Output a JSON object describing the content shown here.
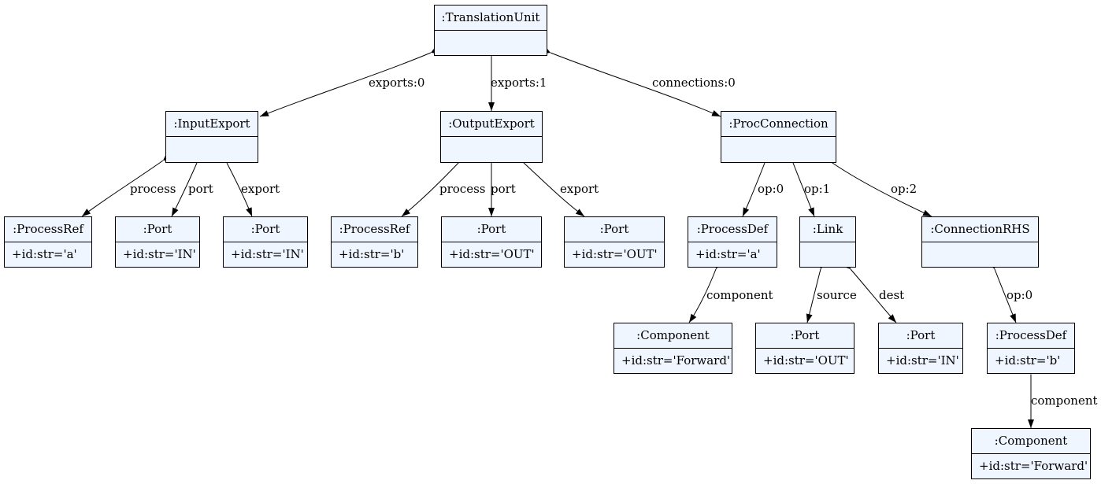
{
  "nodes": {
    "tu": {
      "title": ":TranslationUnit",
      "attr": ""
    },
    "ie": {
      "title": ":InputExport",
      "attr": ""
    },
    "oe": {
      "title": ":OutputExport",
      "attr": ""
    },
    "pc": {
      "title": ":ProcConnection",
      "attr": ""
    },
    "pr1": {
      "title": ":ProcessRef",
      "attr": "+id:str='a'"
    },
    "port1": {
      "title": ":Port",
      "attr": "+id:str='IN'"
    },
    "port2": {
      "title": ":Port",
      "attr": "+id:str='IN'"
    },
    "pr2": {
      "title": ":ProcessRef",
      "attr": "+id:str='b'"
    },
    "port3": {
      "title": ":Port",
      "attr": "+id:str='OUT'"
    },
    "port4": {
      "title": ":Port",
      "attr": "+id:str='OUT'"
    },
    "pd1": {
      "title": ":ProcessDef",
      "attr": "+id:str='a'"
    },
    "link": {
      "title": ":Link",
      "attr": ""
    },
    "crhs": {
      "title": ":ConnectionRHS",
      "attr": ""
    },
    "comp1": {
      "title": ":Component",
      "attr": "+id:str='Forward'"
    },
    "port5": {
      "title": ":Port",
      "attr": "+id:str='OUT'"
    },
    "port6": {
      "title": ":Port",
      "attr": "+id:str='IN'"
    },
    "pd2": {
      "title": ":ProcessDef",
      "attr": "+id:str='b'"
    },
    "comp2": {
      "title": ":Component",
      "attr": "+id:str='Forward'"
    }
  },
  "edges": {
    "tu_ie": "exports:0",
    "tu_oe": "exports:1",
    "tu_pc": "connections:0",
    "ie_pr1": "process",
    "ie_port1": "port",
    "ie_port2": "export",
    "oe_pr2": "process",
    "oe_port3": "port",
    "oe_port4": "export",
    "pc_pd1": "op:0",
    "pc_link": "op:1",
    "pc_crhs": "op:2",
    "pd1_comp1": "component",
    "link_port5": "source",
    "link_port6": "dest",
    "crhs_pd2": "op:0",
    "pd2_comp2": "component"
  }
}
